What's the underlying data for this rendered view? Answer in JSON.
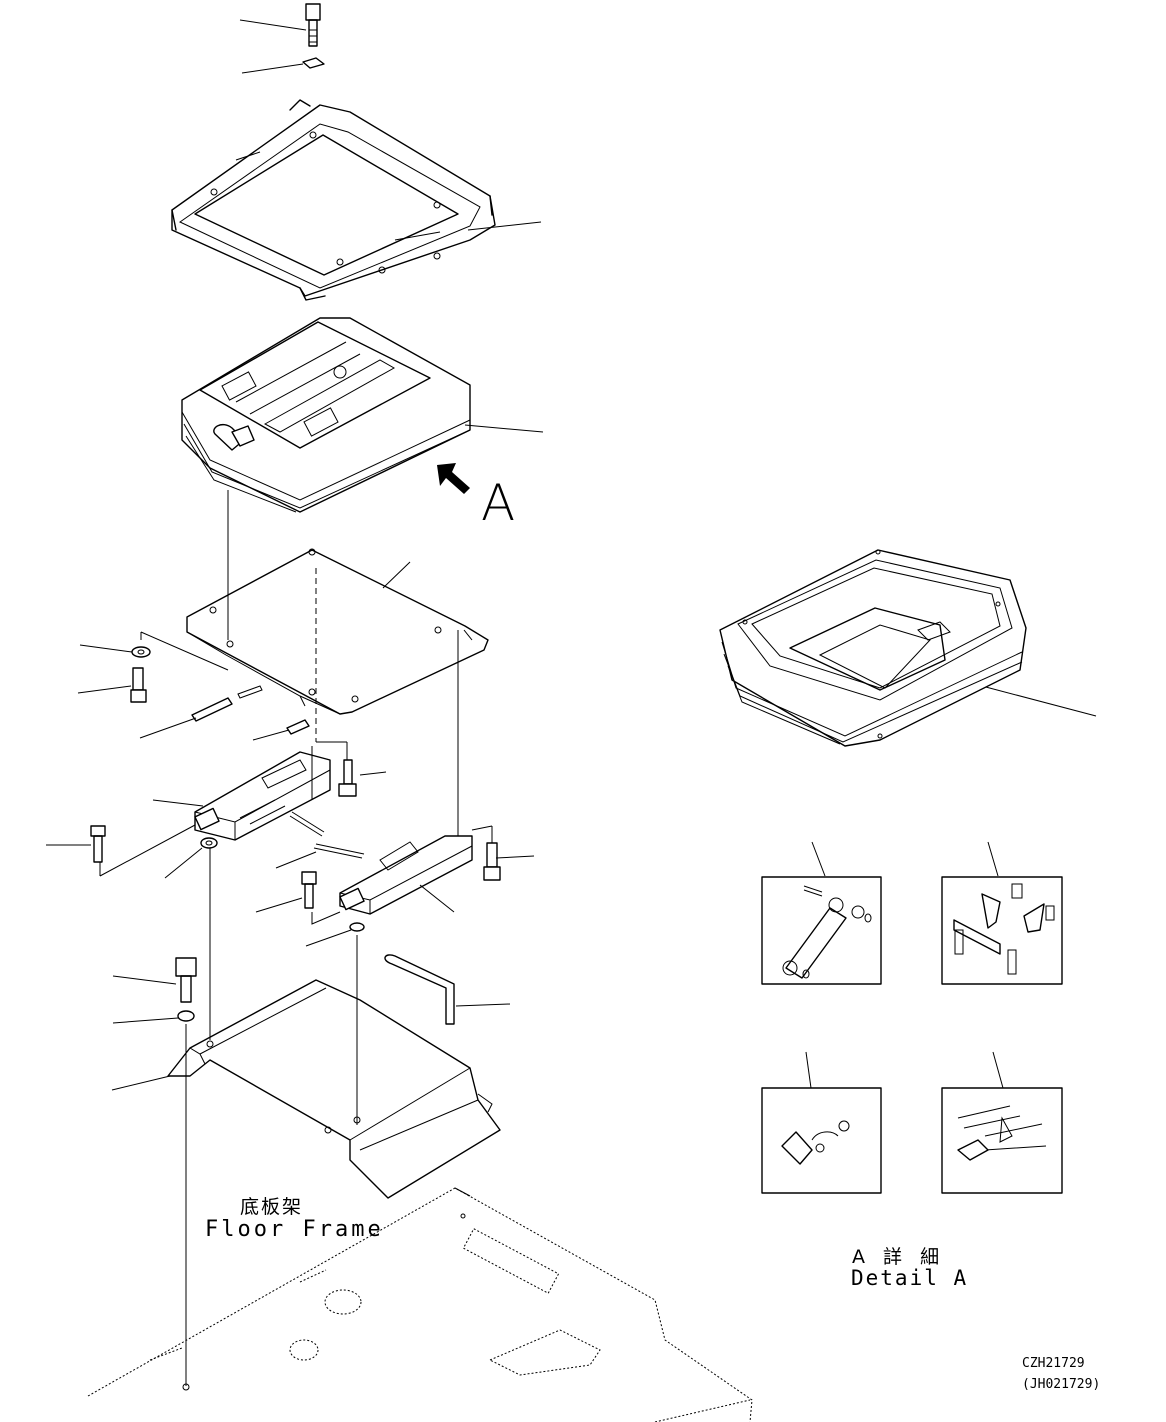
{
  "labels": {
    "floor_frame_jp": "底板架",
    "floor_frame_en": "Floor Frame",
    "view_arrow": "A",
    "detail_jp": "A 詳 細",
    "detail_en": "Detail A",
    "drawing_code": "CZH21729",
    "drawing_code_alt": "(JH021729)"
  },
  "icons": {
    "view_arrow": "thick-arrow-up-left-icon"
  },
  "colors": {
    "line": "#000000",
    "background": "#ffffff"
  }
}
